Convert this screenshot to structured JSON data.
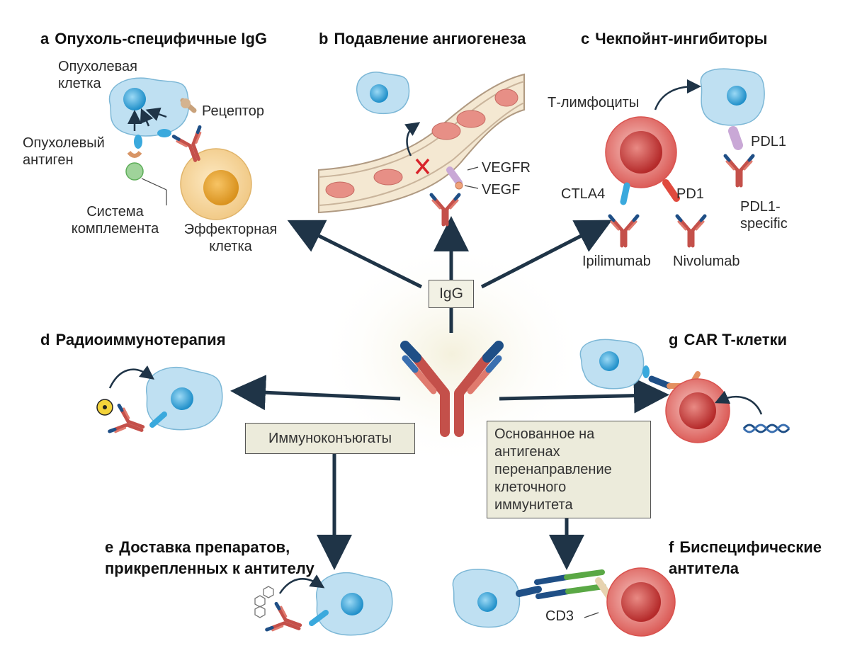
{
  "panels": {
    "a": {
      "letter": "a",
      "title": "Опухоль-специфичные IgG",
      "labels": {
        "tumor_cell": "Опухолевая клетка",
        "receptor": "Рецептор",
        "tumor_antigen": "Опухолевый антиген",
        "complement": "Система комплемента",
        "effector": "Эффекторная клетка"
      }
    },
    "b": {
      "letter": "b",
      "title": "Подавление ангиогенеза",
      "labels": {
        "vegfr": "VEGFR",
        "vegf": "VEGF"
      }
    },
    "c": {
      "letter": "c",
      "title": "Чекпойнт-ингибиторы",
      "labels": {
        "t_cells": "Т-лимфоциты",
        "pdl1": "PDL1",
        "ctla4": "CTLA4",
        "pd1": "PD1",
        "pdl1_specific": "PDL1-specific",
        "ipilimumab": "Ipilimumab",
        "nivolumab": "Nivolumab"
      }
    },
    "d": {
      "letter": "d",
      "title": "Радиоиммунотерапия"
    },
    "e": {
      "letter": "e",
      "title": "Доставка препаратов, прикрепленных к антителу"
    },
    "f": {
      "letter": "f",
      "title": "Биспецифические антитела",
      "labels": {
        "cd3": "CD3"
      }
    },
    "g": {
      "letter": "g",
      "title": "CAR T-клетки"
    }
  },
  "center": {
    "igg": "IgG",
    "immunoconjugates": "Иммуноконъюгаты",
    "redirect": "Основанное на антигенах перенаправление клеточного иммунитета"
  },
  "colors": {
    "tumor_cell": "#bfe0f2",
    "nucleus": "#3aa9dd",
    "tcell": "#e05050",
    "effector": "#f4d9a3",
    "ig_heavy": "#c4504a",
    "ig_var": "#1f4f86",
    "arrow": "#1f3447"
  }
}
